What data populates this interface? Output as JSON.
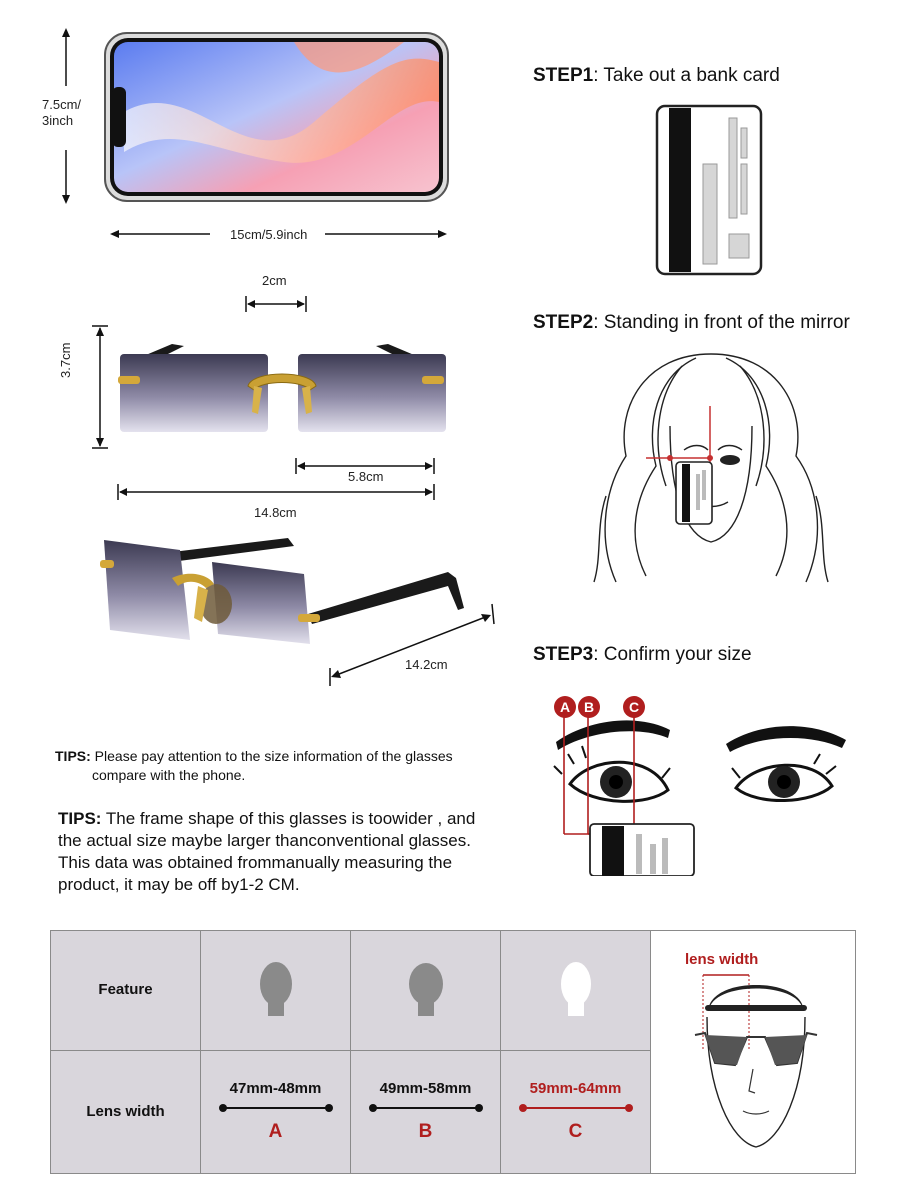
{
  "phone": {
    "height_label_line1": "7.5cm/",
    "height_label_line2": "3inch",
    "width_label": "15cm/5.9inch"
  },
  "glasses_front": {
    "bridge_label": "2cm",
    "height_label": "3.7cm",
    "lens_label": "5.8cm",
    "total_width_label": "14.8cm"
  },
  "glasses_side": {
    "temple_label": "14.2cm"
  },
  "steps": [
    {
      "title": "STEP1",
      "text": ": Take out a bank card"
    },
    {
      "title": "STEP2",
      "text": ": Standing in front of the mirror"
    },
    {
      "title": "STEP3",
      "text": ": Confirm your size"
    }
  ],
  "eye_markers": [
    "A",
    "B",
    "C"
  ],
  "tips_small": {
    "label": "TIPS:",
    "text1": " Please pay attention to the size information of the glasses",
    "text2": "compare with the phone."
  },
  "tips_big": {
    "label": "TIPS:",
    "line1": " The frame shape of this glasses is toowider , and",
    "line2": "the actual size maybe larger thanconventional glasses.",
    "line3": "This data was obtained frommanually measuring the",
    "line4": "product, it may be off by1-2 CM."
  },
  "size_table": {
    "feature_label": "Feature",
    "lens_width_label": "Lens width",
    "columns": [
      {
        "range": "47mm-48mm",
        "letter": "A",
        "head_color": "#8a8a8a"
      },
      {
        "range": "49mm-58mm",
        "letter": "B",
        "head_color": "#8a8a8a"
      },
      {
        "range": "59mm-64mm",
        "letter": "C",
        "head_color": "#ffffff"
      }
    ],
    "illustration_label": "lens width"
  },
  "colors": {
    "accent_red": "#b01e1e",
    "table_grey": "#d9d6dc"
  }
}
